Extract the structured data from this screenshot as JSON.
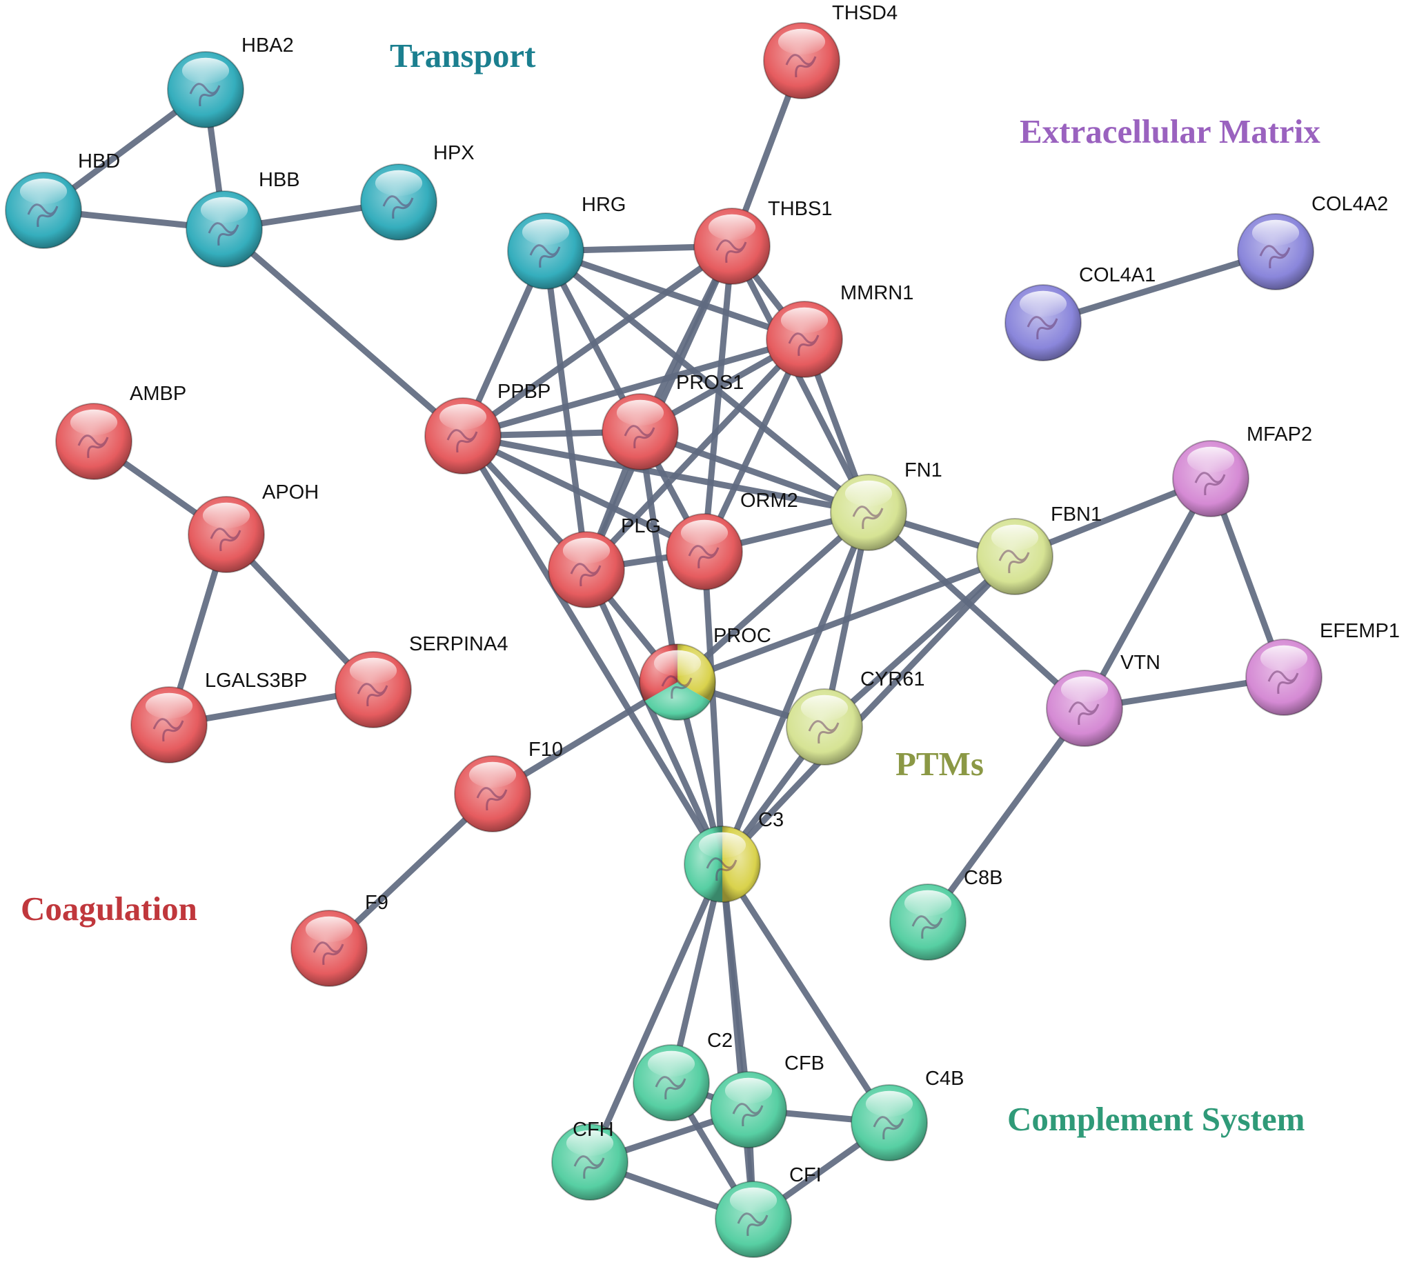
{
  "groups": [
    {
      "id": "transport",
      "label": "Transport",
      "color": "#1b7f8f"
    },
    {
      "id": "ecm",
      "label": "Extracellular Matrix",
      "color": "#9a62bf"
    },
    {
      "id": "coagulation",
      "label": "Coagulation",
      "color": "#c0373c"
    },
    {
      "id": "ptms",
      "label": "PTMs",
      "color": "#8b9845"
    },
    {
      "id": "complement",
      "label": "Complement System",
      "color": "#2f9a78"
    }
  ],
  "node_colors": {
    "red": "#e65c5f",
    "teal": "#35aebd",
    "lime": "#d6e394",
    "green": "#57cfa3",
    "purple": "#8a86db",
    "pink": "#d58ad4",
    "yellow": "#d9d24c"
  },
  "nodes": [
    {
      "id": "HBA2",
      "label": "HBA2",
      "color": "teal"
    },
    {
      "id": "HBD",
      "label": "HBD",
      "color": "teal"
    },
    {
      "id": "HBB",
      "label": "HBB",
      "color": "teal"
    },
    {
      "id": "HPX",
      "label": "HPX",
      "color": "teal"
    },
    {
      "id": "HRG",
      "label": "HRG",
      "color": "teal"
    },
    {
      "id": "THSD4",
      "label": "THSD4",
      "color": "red"
    },
    {
      "id": "THBS1",
      "label": "THBS1",
      "color": "red"
    },
    {
      "id": "MMRN1",
      "label": "MMRN1",
      "color": "red"
    },
    {
      "id": "COL4A2",
      "label": "COL4A2",
      "color": "purple"
    },
    {
      "id": "COL4A1",
      "label": "COL4A1",
      "color": "purple"
    },
    {
      "id": "AMBP",
      "label": "AMBP",
      "color": "red"
    },
    {
      "id": "PPBP",
      "label": "PPBP",
      "color": "red"
    },
    {
      "id": "PROS1",
      "label": "PROS1",
      "color": "red"
    },
    {
      "id": "APOH",
      "label": "APOH",
      "color": "red"
    },
    {
      "id": "FN1",
      "label": "FN1",
      "color": "lime"
    },
    {
      "id": "MFAP2",
      "label": "MFAP2",
      "color": "pink"
    },
    {
      "id": "FBN1",
      "label": "FBN1",
      "color": "lime"
    },
    {
      "id": "ORM2",
      "label": "ORM2",
      "color": "red"
    },
    {
      "id": "PLG",
      "label": "PLG",
      "color": "red"
    },
    {
      "id": "SERPINA4",
      "label": "SERPINA4",
      "color": "red"
    },
    {
      "id": "LGALS3BP",
      "label": "LGALS3BP",
      "color": "red"
    },
    {
      "id": "PROC",
      "label": "PROC",
      "color": "multi",
      "segments": [
        "red",
        "yellow",
        "green"
      ]
    },
    {
      "id": "CYR61",
      "label": "CYR61",
      "color": "lime"
    },
    {
      "id": "EFEMP1",
      "label": "EFEMP1",
      "color": "pink"
    },
    {
      "id": "VTN",
      "label": "VTN",
      "color": "pink"
    },
    {
      "id": "F10",
      "label": "F10",
      "color": "red"
    },
    {
      "id": "C3",
      "label": "C3",
      "color": "multi",
      "segments": [
        "green",
        "yellow"
      ]
    },
    {
      "id": "C8B",
      "label": "C8B",
      "color": "green"
    },
    {
      "id": "F9",
      "label": "F9",
      "color": "red"
    },
    {
      "id": "C2",
      "label": "C2",
      "color": "green"
    },
    {
      "id": "CFB",
      "label": "CFB",
      "color": "green"
    },
    {
      "id": "C4B",
      "label": "C4B",
      "color": "green"
    },
    {
      "id": "CFH",
      "label": "CFH",
      "color": "green"
    },
    {
      "id": "CFI",
      "label": "CFI",
      "color": "green"
    }
  ],
  "edges": [
    [
      "HBA2",
      "HBD"
    ],
    [
      "HBA2",
      "HBB"
    ],
    [
      "HBD",
      "HBB"
    ],
    [
      "HBB",
      "HPX"
    ],
    [
      "HBB",
      "PPBP"
    ],
    [
      "THSD4",
      "THBS1"
    ],
    [
      "COL4A1",
      "COL4A2"
    ],
    [
      "HRG",
      "THBS1"
    ],
    [
      "HRG",
      "PPBP"
    ],
    [
      "HRG",
      "PLG"
    ],
    [
      "HRG",
      "PROS1"
    ],
    [
      "HRG",
      "MMRN1"
    ],
    [
      "HRG",
      "FN1"
    ],
    [
      "THBS1",
      "PPBP"
    ],
    [
      "THBS1",
      "MMRN1"
    ],
    [
      "THBS1",
      "PLG"
    ],
    [
      "THBS1",
      "PROS1"
    ],
    [
      "THBS1",
      "ORM2"
    ],
    [
      "THBS1",
      "FN1"
    ],
    [
      "MMRN1",
      "PPBP"
    ],
    [
      "MMRN1",
      "PLG"
    ],
    [
      "MMRN1",
      "ORM2"
    ],
    [
      "MMRN1",
      "FN1"
    ],
    [
      "MMRN1",
      "PROS1"
    ],
    [
      "PPBP",
      "PROS1"
    ],
    [
      "PPBP",
      "PLG"
    ],
    [
      "PPBP",
      "ORM2"
    ],
    [
      "PPBP",
      "FN1"
    ],
    [
      "PPBP",
      "C3"
    ],
    [
      "PROS1",
      "PLG"
    ],
    [
      "PROS1",
      "ORM2"
    ],
    [
      "PROS1",
      "FN1"
    ],
    [
      "PROS1",
      "PROC"
    ],
    [
      "PLG",
      "ORM2"
    ],
    [
      "PLG",
      "PROC"
    ],
    [
      "PLG",
      "C3"
    ],
    [
      "ORM2",
      "FN1"
    ],
    [
      "ORM2",
      "C3"
    ],
    [
      "FN1",
      "FBN1"
    ],
    [
      "FN1",
      "VTN"
    ],
    [
      "FN1",
      "PROC"
    ],
    [
      "FN1",
      "CYR61"
    ],
    [
      "FN1",
      "C3"
    ],
    [
      "FBN1",
      "MFAP2"
    ],
    [
      "FBN1",
      "CYR61"
    ],
    [
      "FBN1",
      "C3"
    ],
    [
      "FBN1",
      "PROC"
    ],
    [
      "MFAP2",
      "VTN"
    ],
    [
      "MFAP2",
      "EFEMP1"
    ],
    [
      "VTN",
      "EFEMP1"
    ],
    [
      "VTN",
      "C8B"
    ],
    [
      "AMBP",
      "APOH"
    ],
    [
      "APOH",
      "LGALS3BP"
    ],
    [
      "APOH",
      "SERPINA4"
    ],
    [
      "LGALS3BP",
      "SERPINA4"
    ],
    [
      "PROC",
      "F10"
    ],
    [
      "PROC",
      "C3"
    ],
    [
      "PROC",
      "CYR61"
    ],
    [
      "F10",
      "F9"
    ],
    [
      "C3",
      "CYR61"
    ],
    [
      "C3",
      "C2"
    ],
    [
      "C3",
      "CFB"
    ],
    [
      "C3",
      "C4B"
    ],
    [
      "C3",
      "CFH"
    ],
    [
      "C3",
      "CFI"
    ],
    [
      "C2",
      "CFB"
    ],
    [
      "C2",
      "CFI"
    ],
    [
      "CFB",
      "C4B"
    ],
    [
      "CFB",
      "CFH"
    ],
    [
      "CFB",
      "CFI"
    ],
    [
      "C4B",
      "CFI"
    ],
    [
      "CFH",
      "CFI"
    ]
  ]
}
